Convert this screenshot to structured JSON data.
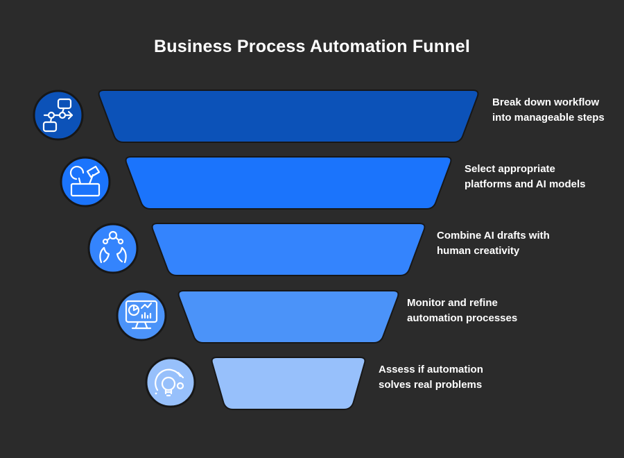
{
  "title": "Business Process Automation Funnel",
  "background": "#2b2b2b",
  "text_color": "#ffffff",
  "outline_color": "#171717",
  "funnel": {
    "type": "funnel",
    "direction": "top-wide-to-bottom-narrow",
    "stages": [
      {
        "label_line1": "Break down workflow",
        "label_line2": "into manageable steps",
        "color": "#0c52b8",
        "icon": "workflow-icon",
        "top_width": 552,
        "bottom_width": 496
      },
      {
        "label_line1": "Select appropriate",
        "label_line2": "platforms and AI models",
        "color": "#1b74fc",
        "icon": "tools-icon",
        "top_width": 474,
        "bottom_width": 418
      },
      {
        "label_line1": "Combine AI drafts with",
        "label_line2": "human creativity",
        "color": "#3484fd",
        "icon": "hands-molecule-icon",
        "top_width": 398,
        "bottom_width": 342
      },
      {
        "label_line1": "Monitor and refine",
        "label_line2": "automation processes",
        "color": "#4b93f9",
        "icon": "monitor-chart-icon",
        "top_width": 322,
        "bottom_width": 266
      },
      {
        "label_line1": "Assess if automation",
        "label_line2": "solves real problems",
        "color": "#97c0fb",
        "icon": "lightbulb-refresh-icon",
        "top_width": 226,
        "bottom_width": 180
      }
    ]
  }
}
